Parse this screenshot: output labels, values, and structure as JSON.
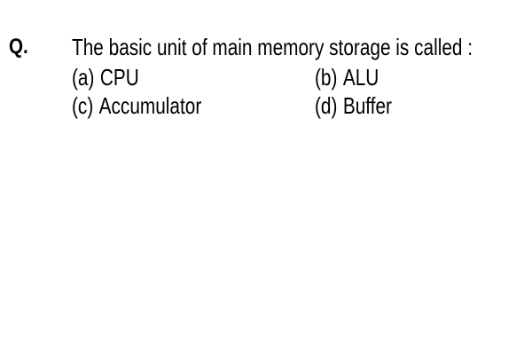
{
  "question": {
    "label": "Q.",
    "text": "The basic unit of main memory storage is called :"
  },
  "options": [
    {
      "letter": "(a)",
      "text": "CPU"
    },
    {
      "letter": "(b)",
      "text": "ALU"
    },
    {
      "letter": "(c)",
      "text": "Accumulator"
    },
    {
      "letter": "(d)",
      "text": "Buffer"
    }
  ]
}
